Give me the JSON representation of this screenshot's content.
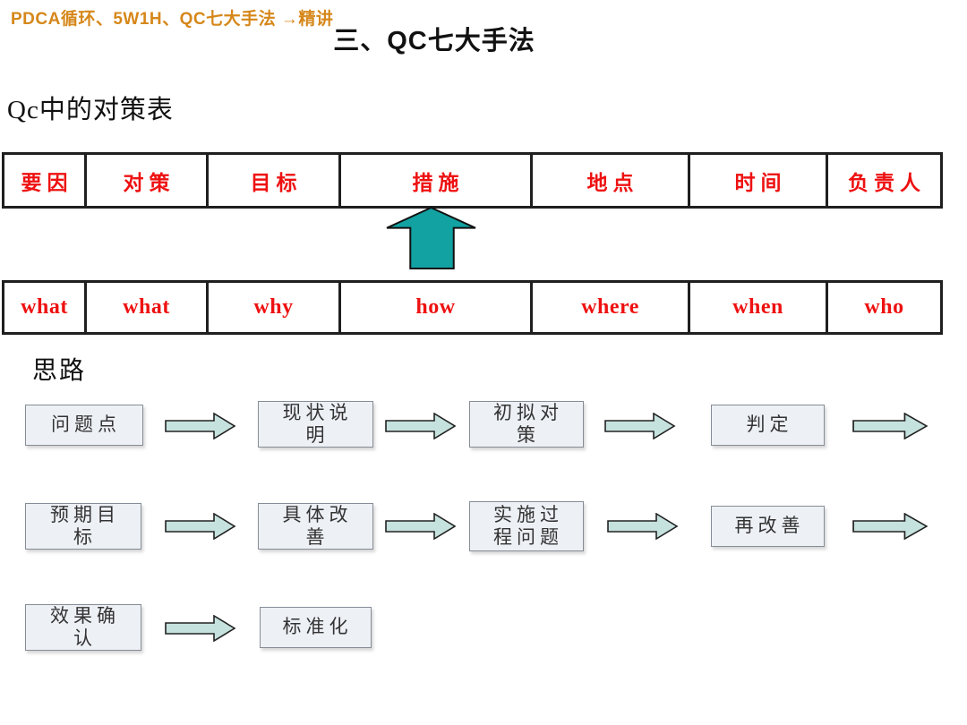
{
  "page": {
    "breadcrumb": "PDCA循环、5W1H、QC七大手法 →精讲",
    "title": "三、QC七大手法"
  },
  "countermeasure_table": {
    "heading": "Qc中的对策表",
    "factor_row": [
      "要因",
      "对策",
      "目标",
      "措施",
      "地点",
      "时间",
      "负责人"
    ],
    "question_row": [
      "what",
      "what",
      "why",
      "how",
      "where",
      "when",
      "who"
    ],
    "up_arrow_icon": "block-arrow-up"
  },
  "flow": {
    "heading": "思路",
    "arrow_icon": "block-arrow-right",
    "rows": [
      {
        "boxes": [
          "问题点",
          "现状说\n明",
          "初拟对\n策",
          "判定"
        ]
      },
      {
        "boxes": [
          "预期目\n标",
          "具体改\n善",
          "实施过\n程问题",
          "再改善"
        ]
      },
      {
        "boxes": [
          "效果确\n认",
          "标准化"
        ]
      }
    ]
  },
  "colors": {
    "accent_orange": "#D6871A",
    "table_text_red": "#EE1111",
    "table_border_black": "#1F1F1F",
    "up_arrow_teal": "#12A2A2",
    "flow_arrow_fill": "#C6E2DE",
    "flow_box_fill": "#EDF0F5",
    "flow_box_border": "#878D96"
  }
}
